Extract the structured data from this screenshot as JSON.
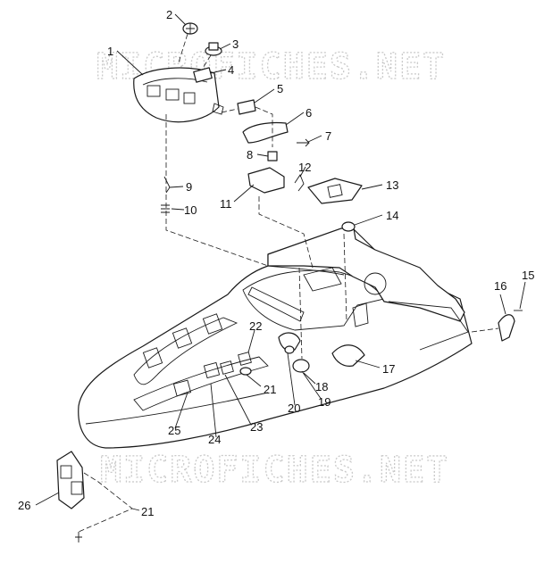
{
  "watermark": "MICROFICHES.NET",
  "callouts": [
    {
      "id": "1",
      "text": "1"
    },
    {
      "id": "2",
      "text": "2"
    },
    {
      "id": "3",
      "text": "3"
    },
    {
      "id": "4",
      "text": "4"
    },
    {
      "id": "5",
      "text": "5"
    },
    {
      "id": "6",
      "text": "6"
    },
    {
      "id": "7",
      "text": "7"
    },
    {
      "id": "8",
      "text": "8"
    },
    {
      "id": "9",
      "text": "9"
    },
    {
      "id": "10",
      "text": "10"
    },
    {
      "id": "11",
      "text": "11"
    },
    {
      "id": "12",
      "text": "12"
    },
    {
      "id": "13",
      "text": "13"
    },
    {
      "id": "14",
      "text": "14"
    },
    {
      "id": "15",
      "text": "15"
    },
    {
      "id": "16",
      "text": "16"
    },
    {
      "id": "17",
      "text": "17"
    },
    {
      "id": "18",
      "text": "18"
    },
    {
      "id": "19",
      "text": "19"
    },
    {
      "id": "20",
      "text": "20"
    },
    {
      "id": "21a",
      "text": "21"
    },
    {
      "id": "21b",
      "text": "21"
    },
    {
      "id": "22",
      "text": "22"
    },
    {
      "id": "23",
      "text": "23"
    },
    {
      "id": "24",
      "text": "24"
    },
    {
      "id": "25",
      "text": "25"
    },
    {
      "id": "26",
      "text": "26"
    }
  ]
}
